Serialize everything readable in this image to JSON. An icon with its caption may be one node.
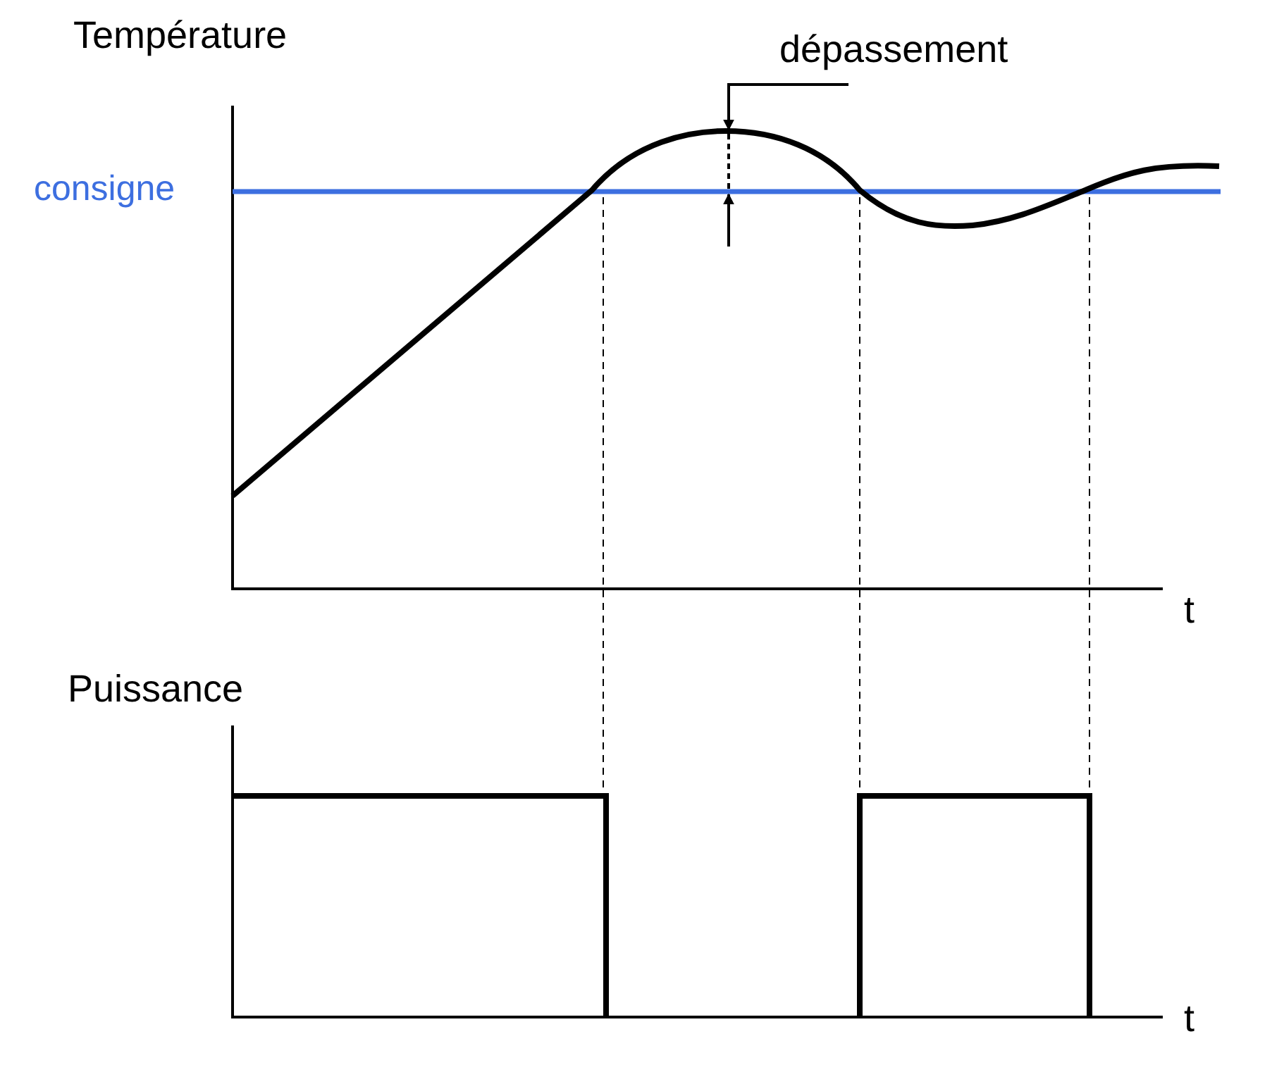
{
  "diagram": {
    "labels": [
      "Température",
      "consigne",
      "dépassement",
      "t",
      "Puissance",
      "t"
    ]
  }
}
